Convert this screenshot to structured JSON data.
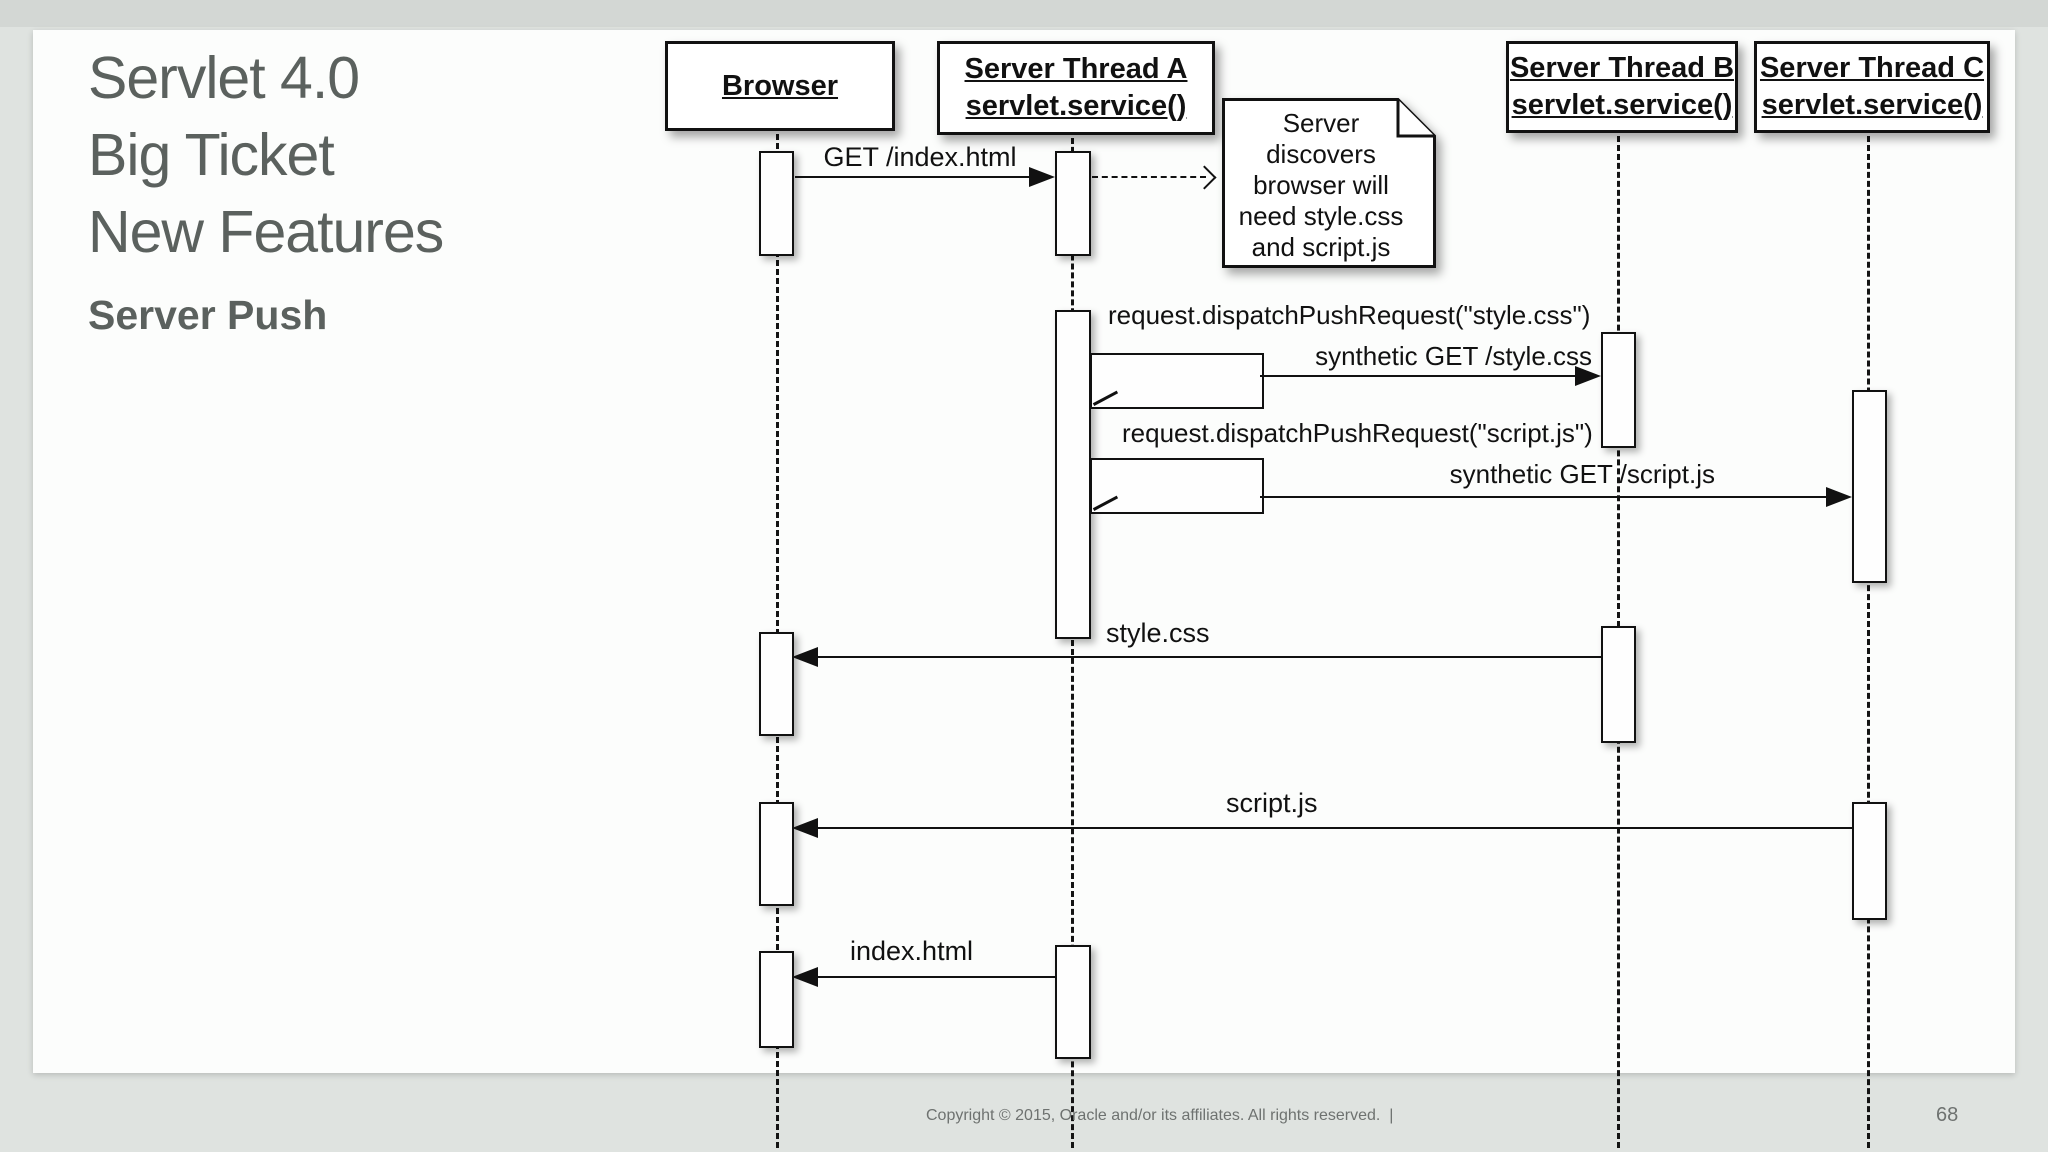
{
  "slide": {
    "title": "Servlet 4.0\nBig Ticket\nNew Features",
    "subtitle": "Server Push"
  },
  "diagram": {
    "participants": [
      {
        "name": "Browser",
        "sub": ""
      },
      {
        "name": "Server Thread A",
        "sub": "servlet.service()"
      },
      {
        "name": "Server Thread B",
        "sub": "servlet.service()"
      },
      {
        "name": "Server Thread C",
        "sub": "servlet.service()"
      }
    ],
    "note": "Server\ndiscovers\nbrowser will\nneed style.css\nand script.js",
    "messages": {
      "get_index": "GET /index.html",
      "dispatch_style": "request.dispatchPushRequest(\"style.css\")",
      "synthetic_style": "synthetic GET /style.css",
      "dispatch_script": "request.dispatchPushRequest(\"script.js\")",
      "synthetic_script": "synthetic GET /script.js",
      "return_style": "style.css",
      "return_script": "script.js",
      "return_index": "index.html"
    }
  },
  "footer": {
    "copyright": "Copyright © 2015, Oracle and/or its affiliates. All rights reserved.  |",
    "page_number": "68"
  },
  "colors": {
    "background": "#dfe3e0",
    "slide": "#fcfdfc",
    "ink": "#111111",
    "title_text": "#5b615e",
    "footer_text": "#6e7270"
  }
}
